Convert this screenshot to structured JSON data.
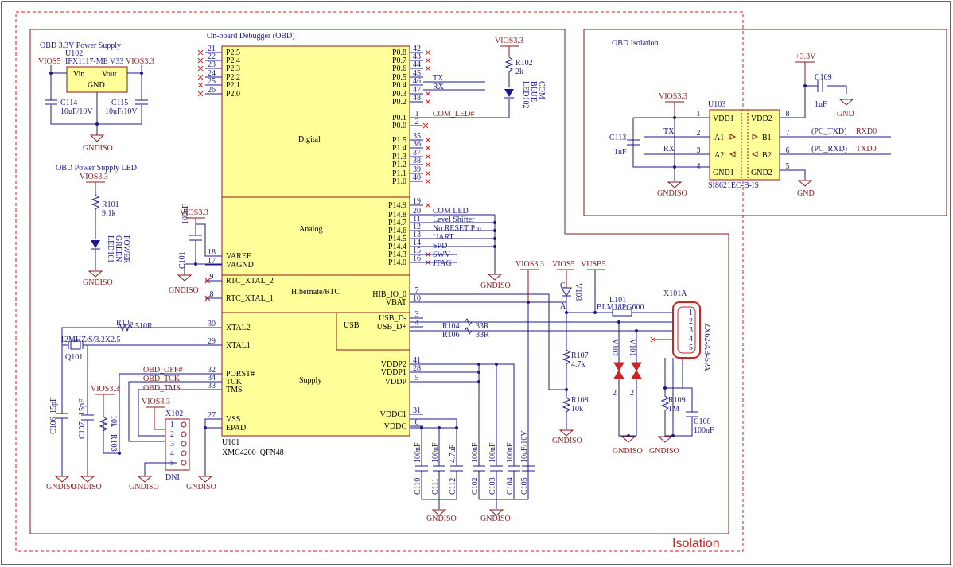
{
  "sections": {
    "obd": "On-board Debugger (OBD)",
    "power_supply": "OBD 3.3V Power Supply",
    "power_led": "OBD Power Supply LED",
    "isolation_box": "OBD Isolation",
    "isolation_label": "Isolation"
  },
  "chip_u101": {
    "ref": "U101",
    "part": "XMC4200_QFN48",
    "blocks": {
      "digital": "Digital",
      "analog": "Analog",
      "hibernate": "Hibernate/RTC",
      "usb": "USB",
      "supply": "Supply"
    },
    "left_pins": [
      {
        "num": "21",
        "name": "P2.5"
      },
      {
        "num": "22",
        "name": "P2.4"
      },
      {
        "num": "23",
        "name": "P2.3"
      },
      {
        "num": "24",
        "name": "P2.2"
      },
      {
        "num": "25",
        "name": "P2.1"
      },
      {
        "num": "26",
        "name": "P2.0"
      },
      {
        "num": "18",
        "name": "VAREF"
      },
      {
        "num": "17",
        "name": "VAGND"
      },
      {
        "num": "9",
        "name": "RTC_XTAL_2"
      },
      {
        "num": "8",
        "name": "RTC_XTAL_1"
      },
      {
        "num": "30",
        "name": "XTAL2"
      },
      {
        "num": "29",
        "name": "XTAL1"
      },
      {
        "num": "32",
        "name": "PORST#"
      },
      {
        "num": "34",
        "name": "TCK"
      },
      {
        "num": "33",
        "name": "TMS"
      },
      {
        "num": "27",
        "name": "VSS"
      },
      {
        "num": "",
        "name": "EPAD"
      }
    ],
    "right_pins": [
      {
        "num": "42",
        "name": "P0.8"
      },
      {
        "num": "43",
        "name": "P0.7"
      },
      {
        "num": "44",
        "name": "P0.6"
      },
      {
        "num": "45",
        "name": "P0.5"
      },
      {
        "num": "46",
        "name": "P0.4"
      },
      {
        "num": "47",
        "name": "P0.3"
      },
      {
        "num": "48",
        "name": "P0.2"
      },
      {
        "num": "1",
        "name": "P0.1"
      },
      {
        "num": "2",
        "name": "P0.0"
      },
      {
        "num": "35",
        "name": "P1.5"
      },
      {
        "num": "36",
        "name": "P1.4"
      },
      {
        "num": "37",
        "name": "P1.3"
      },
      {
        "num": "38",
        "name": "P1.2"
      },
      {
        "num": "39",
        "name": "P1.1"
      },
      {
        "num": "40",
        "name": "P1.0"
      },
      {
        "num": "19",
        "name": "P14.9"
      },
      {
        "num": "20",
        "name": "P14.8"
      },
      {
        "num": "11",
        "name": "P14.7"
      },
      {
        "num": "12",
        "name": "P14.6"
      },
      {
        "num": "13",
        "name": "P14.5"
      },
      {
        "num": "14",
        "name": "P14.4"
      },
      {
        "num": "15",
        "name": "P14.3"
      },
      {
        "num": "16",
        "name": "P14.0"
      },
      {
        "num": "7",
        "name": "HIB_IO_0"
      },
      {
        "num": "10",
        "name": "VBAT"
      },
      {
        "num": "3",
        "name": "USB_D-"
      },
      {
        "num": "4",
        "name": "USB_D+"
      },
      {
        "num": "41",
        "name": "VDDP2"
      },
      {
        "num": "28",
        "name": "VDDP1"
      },
      {
        "num": "5",
        "name": "VDDP"
      },
      {
        "num": "31",
        "name": "VDDC1"
      },
      {
        "num": "6",
        "name": "VDDC"
      }
    ]
  },
  "net_labels": {
    "tx": "TX",
    "rx": "RX",
    "com_led_n": "COM_LED#",
    "com_led": "COM LED",
    "level_shifter": "Level Shifter",
    "no_reset": "No RESET Pin",
    "uart": "UART",
    "spd": "SPD",
    "swv": "SWV",
    "jtag": "JTAG",
    "obd_off": "OBD_OFF#",
    "obd_tck": "OBD_TCK",
    "obd_tms": "OBD_TMS",
    "pc_txd": "(PC_TXD)",
    "pc_rxd": "(PC_RXD)",
    "rxd0": "RXD0",
    "txd0": "TXD0",
    "tx2": "TX",
    "rx2": "RX"
  },
  "power": {
    "vios5": "VIOS5",
    "vios33": "VIOS3.3",
    "vusb5": "VUSB5",
    "p33": "+3.3V",
    "gndiso": "GNDISO",
    "gnd": "GND"
  },
  "components": {
    "u102": {
      "ref": "U102",
      "part": "IFX1117-ME V33",
      "vin": "Vin",
      "vout": "Vout",
      "gnd": "GND"
    },
    "c114": {
      "ref": "C114",
      "value": "10uF/10V"
    },
    "c115": {
      "ref": "C115",
      "value": "10uF/10V"
    },
    "r101": {
      "ref": "R101",
      "value": "9.1k"
    },
    "led101": {
      "ref": "LED101",
      "color": "GREEN",
      "func": "POWER"
    },
    "r102": {
      "ref": "R102",
      "value": "2k"
    },
    "led102": {
      "ref": "LED102",
      "color": "BLUE",
      "func": "COM"
    },
    "c101": {
      "ref": "C101",
      "value": "100nF"
    },
    "r105": {
      "ref": "R105",
      "value": "510R"
    },
    "q101": {
      "ref": "Q101",
      "value": "12MHZ/S/3.2X2.5"
    },
    "c106": {
      "ref": "C106",
      "value": "15pF"
    },
    "c107": {
      "ref": "C107",
      "value": "15pF"
    },
    "r103": {
      "ref": "R103",
      "value": "10k"
    },
    "x102": {
      "ref": "X102",
      "note": "DNI",
      "pins": [
        "1",
        "2",
        "3",
        "4",
        "5"
      ]
    },
    "r104": {
      "ref": "R104",
      "value": "33R"
    },
    "r106": {
      "ref": "R106",
      "value": "33R"
    },
    "r107": {
      "ref": "R107",
      "value": "4.7k"
    },
    "r108": {
      "ref": "R108",
      "value": "10k"
    },
    "v103": {
      "ref": "V103",
      "a": "A",
      "c": "C"
    },
    "l101": {
      "ref": "L101",
      "value": "BLM18PG600"
    },
    "x101a": {
      "ref": "X101A",
      "part": "ZX62-AB-5PA",
      "pins": [
        "1",
        "2",
        "3",
        "4",
        "5"
      ]
    },
    "v101": {
      "ref": "V101"
    },
    "v102": {
      "ref": "V102"
    },
    "r109": {
      "ref": "R109",
      "value": "1M"
    },
    "c108": {
      "ref": "C108",
      "value": "100nF"
    },
    "bottom_caps": [
      {
        "ref": "C110",
        "value": "100nF"
      },
      {
        "ref": "C111",
        "value": "100nF"
      },
      {
        "ref": "C112",
        "value": "4.7uF"
      },
      {
        "ref": "C102",
        "value": "100nF"
      },
      {
        "ref": "C103",
        "value": "100nF"
      },
      {
        "ref": "C104",
        "value": "100nF"
      },
      {
        "ref": "C105",
        "value": "10uF/10V"
      }
    ],
    "u103": {
      "ref": "U103",
      "part": "SI8621EC-B-IS",
      "pins": {
        "vdd1": "VDD1",
        "a1": "A1",
        "a2": "A2",
        "gnd1": "GND1",
        "vdd2": "VDD2",
        "b1": "B1",
        "b2": "B2",
        "gnd2": "GND2"
      },
      "nums": [
        "1",
        "2",
        "3",
        "4",
        "8",
        "7",
        "6",
        "5"
      ]
    },
    "c113": {
      "ref": "C113",
      "value": "1uF"
    },
    "c109": {
      "ref": "C109",
      "value": "1uF"
    }
  },
  "colors": {
    "wire": "#1a1a8c",
    "border": "#8b1a1a",
    "chip_fill": "#ffff99",
    "no_connect": "#cc2222",
    "isolation": "#cc2222"
  }
}
